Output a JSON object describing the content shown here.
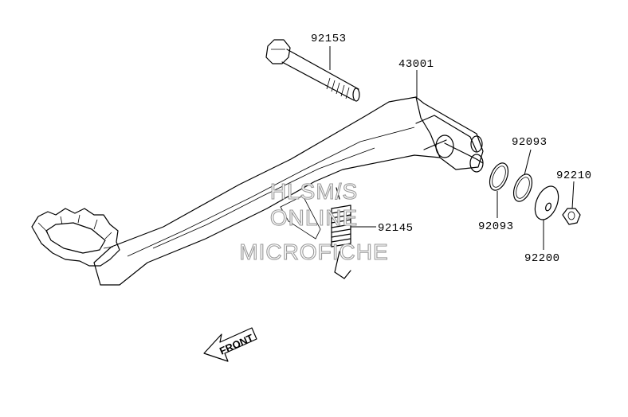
{
  "parts": [
    {
      "number": "92153",
      "name": "bolt-icon"
    },
    {
      "number": "43001",
      "name": "brake-pedal-icon"
    },
    {
      "number": "92093",
      "name": "o-ring-icon"
    },
    {
      "number": "92093",
      "name": "o-ring-icon"
    },
    {
      "number": "92210",
      "name": "nut-icon"
    },
    {
      "number": "92200",
      "name": "washer-icon"
    },
    {
      "number": "92145",
      "name": "spring-icon"
    }
  ],
  "watermark": {
    "line1": "HLSM/S",
    "line2": "ONLINE",
    "line3": "MICROFICHE"
  },
  "direction_indicator": {
    "label": "FRONT",
    "icon": "arrow-left-icon"
  }
}
